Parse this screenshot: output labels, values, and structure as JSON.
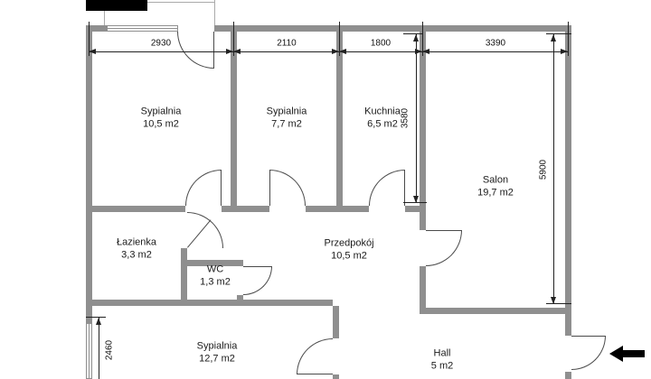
{
  "plan_title": "apartment-floor-plan",
  "rooms": [
    {
      "id": "bedroom-1",
      "name": "Sypialnia",
      "area": "10,5 m2"
    },
    {
      "id": "bedroom-2",
      "name": "Sypialnia",
      "area": "7,7 m2"
    },
    {
      "id": "kitchen",
      "name": "Kuchnia",
      "area": "6,5 m2"
    },
    {
      "id": "living-room",
      "name": "Salon",
      "area": "19,7 m2"
    },
    {
      "id": "bathroom",
      "name": "Łazienka",
      "area": "3,3 m2"
    },
    {
      "id": "wc",
      "name": "WC",
      "area": "1,3 m2"
    },
    {
      "id": "hallway",
      "name": "Przedpokój",
      "area": "10,5 m2"
    },
    {
      "id": "bedroom-3",
      "name": "Sypialnia",
      "area": "12,7 m2"
    },
    {
      "id": "hall",
      "name": "Hall",
      "area": "5 m2"
    }
  ],
  "dimensions": {
    "top": [
      "2930",
      "2110",
      "1800",
      "3390"
    ],
    "kitchen_depth": "3580",
    "living_room_depth": "5900",
    "bottom_left": "2460"
  },
  "colors": {
    "wall": "#8f8f8f",
    "dimension_line": "#222222",
    "door_arc": "#4a4a4a",
    "redaction": "#000000"
  }
}
